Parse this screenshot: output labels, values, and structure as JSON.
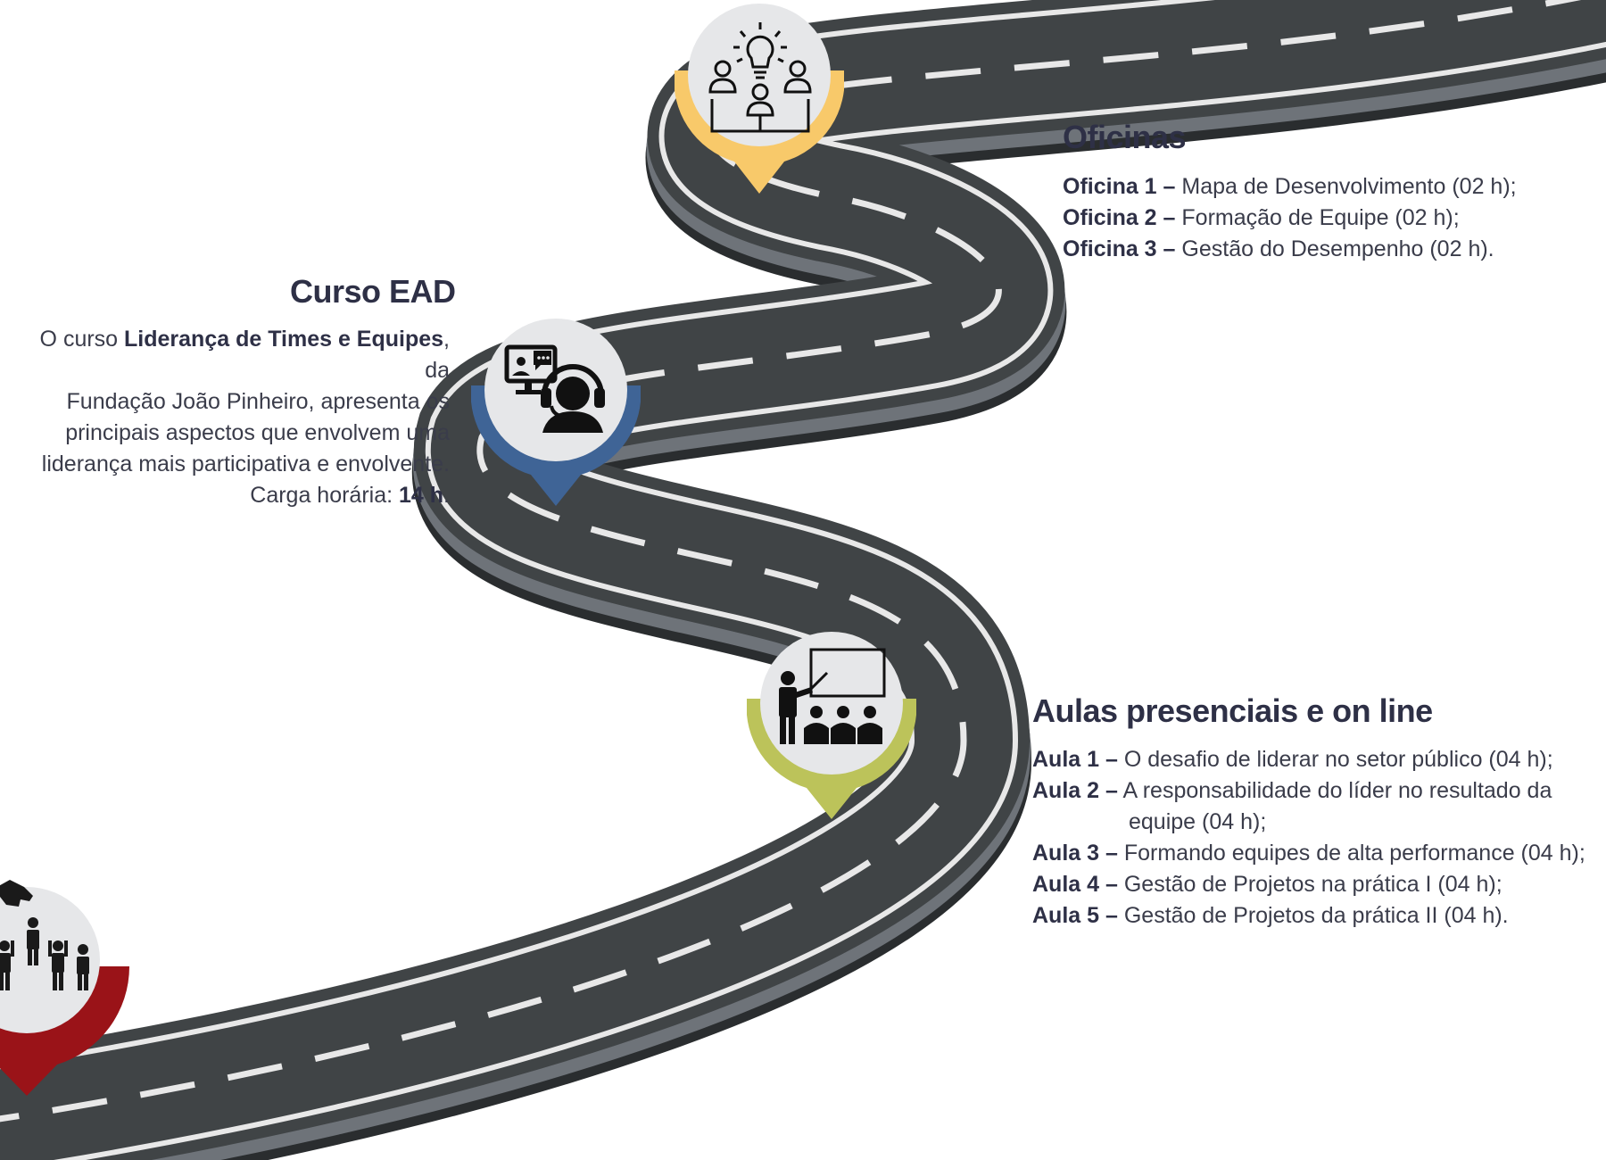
{
  "oficinas": {
    "title": "Oficinas",
    "items": [
      {
        "label": "Oficina 1",
        "text": "Mapa de Desenvolvimento (02 h);"
      },
      {
        "label": "Oficina 2",
        "text": "Formação de Equipe (02 h);"
      },
      {
        "label": "Oficina 3",
        "text": "Gestão do Desempenho (02 h)."
      }
    ]
  },
  "curso_ead": {
    "title": "Curso EAD",
    "line1_pre": "O curso ",
    "line1_bold": "Liderança de Times e Equipes",
    "line1_post": ", da",
    "line2": "Fundação João Pinheiro, apresenta  os",
    "line3": "principais aspectos que envolvem uma",
    "line4": "liderança mais participativa e envolvente.",
    "line5_pre": "Carga horária: ",
    "line5_bold": "14 h",
    "line5_post": "."
  },
  "aulas": {
    "title": "Aulas presenciais e on line",
    "items": [
      {
        "label": "Aula 1",
        "text": "O desafio de liderar no setor público (04 h);"
      },
      {
        "label": "Aula 2",
        "text": "A responsabilidade do líder no resultado da",
        "cont": "equipe (04 h);"
      },
      {
        "label": "Aula 3",
        "text": "Formando equipes de alta performance (04 h);"
      },
      {
        "label": "Aula 4",
        "text": "Gestão de Projetos na prática I (04 h);"
      },
      {
        "label": "Aula 5",
        "text": "Gestão de Projetos da prática II (04 h)."
      }
    ]
  },
  "separator": "–",
  "pins": [
    {
      "name": "team-selection-pin",
      "icon": "team-selection-icon",
      "color": "#9a1318"
    },
    {
      "name": "online-course-pin",
      "icon": "online-learning-icon",
      "color": "#3f6496"
    },
    {
      "name": "classroom-pin",
      "icon": "classroom-teacher-icon",
      "color": "#bcc35a"
    },
    {
      "name": "workshop-pin",
      "icon": "workshop-idea-icon",
      "color": "#f8c96a"
    }
  ],
  "colors": {
    "road": "#404446",
    "road_side": "#2a2d2f",
    "road_edge": "#6e7379",
    "road_lines": "#e8e8e8",
    "pin_circle": "#e6e7e9",
    "heading": "#2e3046"
  }
}
